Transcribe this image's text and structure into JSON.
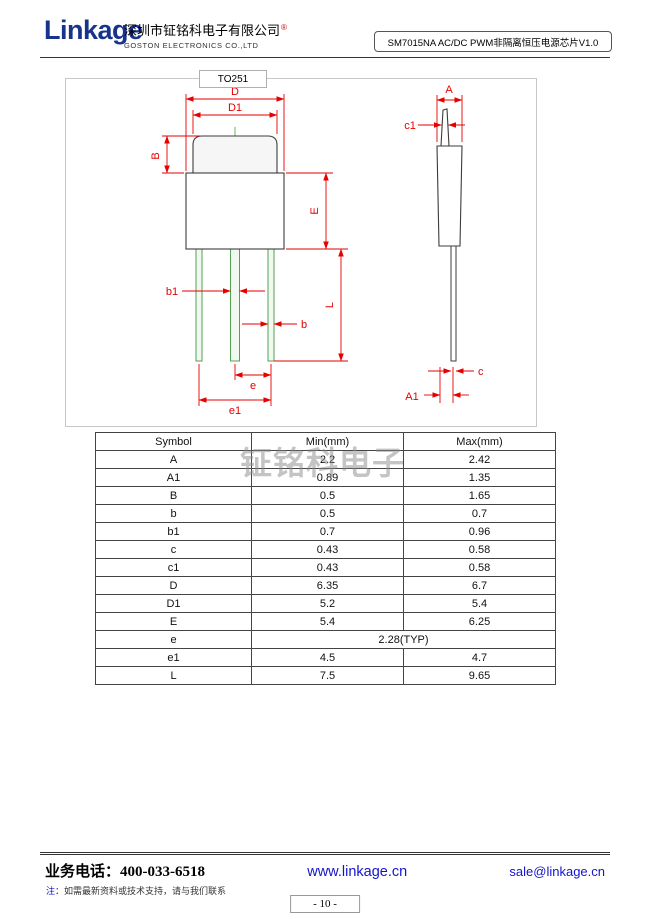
{
  "header": {
    "logo_text": "Linkage",
    "company_cn": "深圳市钲铭科电子有限公司",
    "reg_mark": "®",
    "company_en": "GOSTON ELECTRONICS CO.,LTD",
    "doc_title": "SM7015NA AC/DC PWM非隔离恒压电源芯片V1.0"
  },
  "drawing": {
    "package_label": "TO251",
    "dim_labels": {
      "D": "D",
      "D1": "D1",
      "B": "B",
      "E": "E",
      "L": "L",
      "b1": "b1",
      "b": "b",
      "e": "e",
      "e1": "e1",
      "A": "A",
      "c1": "c1",
      "c": "c",
      "A1": "A1"
    }
  },
  "watermark": "钲铭科电子",
  "table": {
    "headers": [
      "Symbol",
      "Min(mm)",
      "Max(mm)"
    ],
    "rows": [
      {
        "symbol": "A",
        "min": "2.2",
        "max": "2.42"
      },
      {
        "symbol": "A1",
        "min": "0.89",
        "max": "1.35"
      },
      {
        "symbol": "B",
        "min": "0.5",
        "max": "1.65"
      },
      {
        "symbol": "b",
        "min": "0.5",
        "max": "0.7"
      },
      {
        "symbol": "b1",
        "min": "0.7",
        "max": "0.96"
      },
      {
        "symbol": "c",
        "min": "0.43",
        "max": "0.58"
      },
      {
        "symbol": "c1",
        "min": "0.43",
        "max": "0.58"
      },
      {
        "symbol": "D",
        "min": "6.35",
        "max": "6.7"
      },
      {
        "symbol": "D1",
        "min": "5.2",
        "max": "5.4"
      },
      {
        "symbol": "E",
        "min": "5.4",
        "max": "6.25"
      },
      {
        "symbol": "e",
        "typ": "2.28(TYP)"
      },
      {
        "symbol": "e1",
        "min": "4.5",
        "max": "4.7"
      },
      {
        "symbol": "L",
        "min": "7.5",
        "max": "9.65"
      }
    ]
  },
  "footer": {
    "phone": "业务电话：400-033-6518",
    "website": "www.linkage.cn",
    "email": "sale@linkage.cn",
    "note_prefix": "注：",
    "note_text": "如需最新资料或技术支持，请与我们联系",
    "page_number": "- 10 -"
  }
}
